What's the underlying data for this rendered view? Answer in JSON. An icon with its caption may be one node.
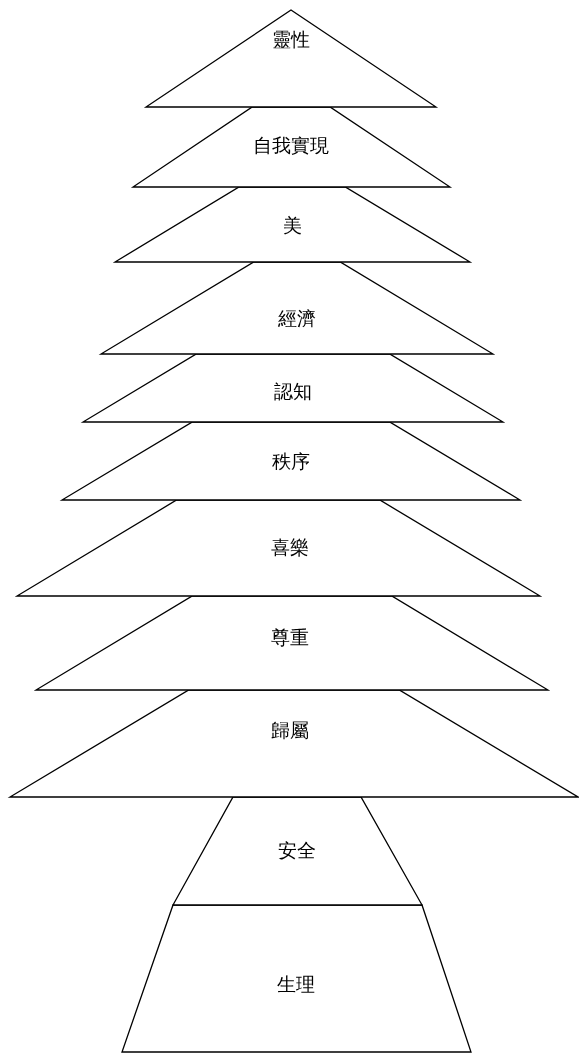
{
  "diagram": {
    "nodes": [
      {
        "text": [
          "靈性"
        ]
      },
      {
        "text": [
          "自我實現"
        ]
      },
      {
        "text": [
          "美"
        ]
      },
      {
        "text": [
          "經濟"
        ]
      },
      {
        "text": [
          "認知"
        ]
      },
      {
        "text": [
          "秩序"
        ]
      },
      {
        "text": [
          "喜樂"
        ]
      },
      {
        "text": [
          "尊重"
        ]
      },
      {
        "text": [
          "歸屬"
        ]
      },
      {
        "text": [
          "安全"
        ]
      },
      {
        "text": [
          "生理"
        ]
      }
    ]
  }
}
